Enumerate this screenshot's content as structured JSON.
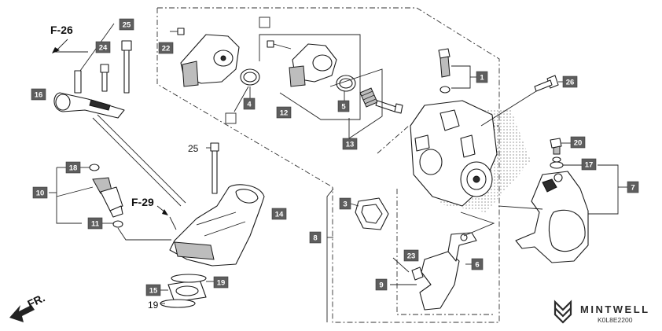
{
  "refs": {
    "f26": "F-26",
    "f29": "F-29",
    "fr": "FR."
  },
  "callouts": {
    "c1": "1",
    "c3": "3",
    "c4": "4",
    "c5": "5",
    "c6": "6",
    "c7": "7",
    "c8": "8",
    "c9": "9",
    "c10": "10",
    "c11": "11",
    "c12": "12",
    "c13": "13",
    "c14": "14",
    "c15": "15",
    "c16": "16",
    "c17": "17",
    "c18": "18",
    "c19": "19",
    "c20": "20",
    "c22": "22",
    "c23": "23",
    "c24": "24",
    "c25": "25",
    "c26": "26"
  },
  "plain_labels": {
    "p25": "25",
    "p19": "19"
  },
  "brand": {
    "name": "MINTWELL",
    "code": "K0L8E2200"
  },
  "colors": {
    "callout_fill": "#5e5e5e",
    "line": "#1a1a1a",
    "background": "#ffffff"
  }
}
